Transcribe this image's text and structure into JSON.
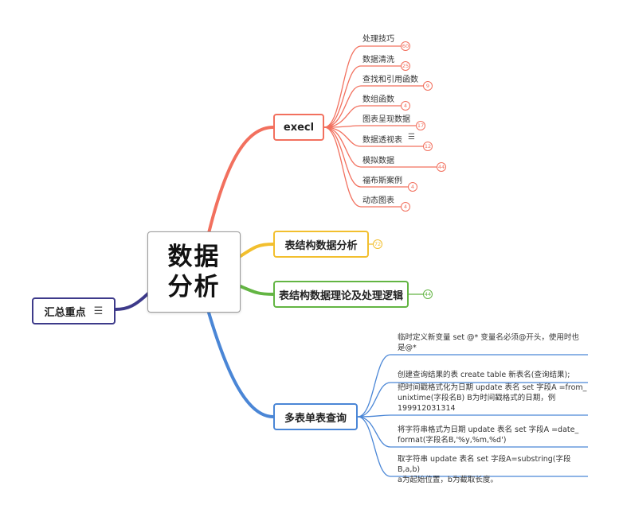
{
  "central": {
    "line1": "数据",
    "line2": "分析"
  },
  "summary": {
    "label": "汇总重点"
  },
  "excel": {
    "label": "execl",
    "items": [
      {
        "label": "处理技巧",
        "badge": "60"
      },
      {
        "label": "数据清洗",
        "badge": "25"
      },
      {
        "label": "查找和引用函数",
        "badge": "9"
      },
      {
        "label": "数组函数",
        "badge": "4"
      },
      {
        "label": "图表呈现数据",
        "badge": "17"
      },
      {
        "label": "数据透视表",
        "badge": "12"
      },
      {
        "label": "模拟数据",
        "badge": "44"
      },
      {
        "label": "福布斯案例",
        "badge": "4"
      },
      {
        "label": "动态图表",
        "badge": "4"
      }
    ]
  },
  "table_analysis": {
    "label": "表结构数据分析",
    "badge": "72"
  },
  "table_theory": {
    "label": "表结构数据理论及处理逻辑",
    "badge": "44"
  },
  "multi": {
    "label": "多表单表查询",
    "items": [
      {
        "text": "临时定义新变量  set @*   变量名必须@开头，使用时也\n是@*"
      },
      {
        "text": "创建查询结果的表  create table 新表名(查询结果);"
      },
      {
        "text": "把时间戳格式化为日期 update 表名 set 字段A =from_\nunixtime(字段名B)    B为时间戳格式的日期，例\n199912031314"
      },
      {
        "text": "将字符串格式为日期 update 表名 set 字段A =date_\nformat(字段名B,'%y,%m,%d')"
      },
      {
        "text": "取字符串 update 表名 set 字段A=substring(字段B,a,b)\na为起始位置，b为截取长度。"
      }
    ]
  },
  "colors": {
    "excel": "#f2705e",
    "table_analysis": "#f2bf2e",
    "table_theory": "#63b543",
    "multi": "#4a86d6",
    "summary": "#3d3a8a"
  }
}
